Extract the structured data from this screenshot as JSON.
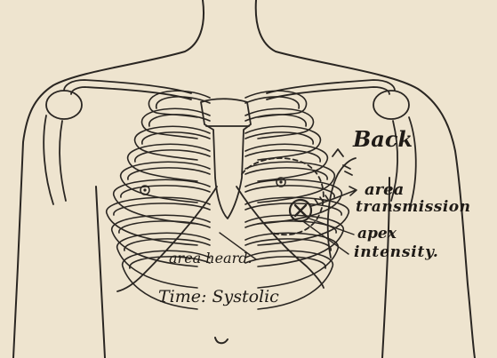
{
  "labels": {
    "back": "Back",
    "area": "area",
    "transmission": "transmission",
    "apex": "apex",
    "intensity": "intensity.",
    "area_heard": "area heard.",
    "time": "Time: Systolic"
  },
  "colors": {
    "paper": "#eee4cf",
    "ink": "#2a2622"
  }
}
